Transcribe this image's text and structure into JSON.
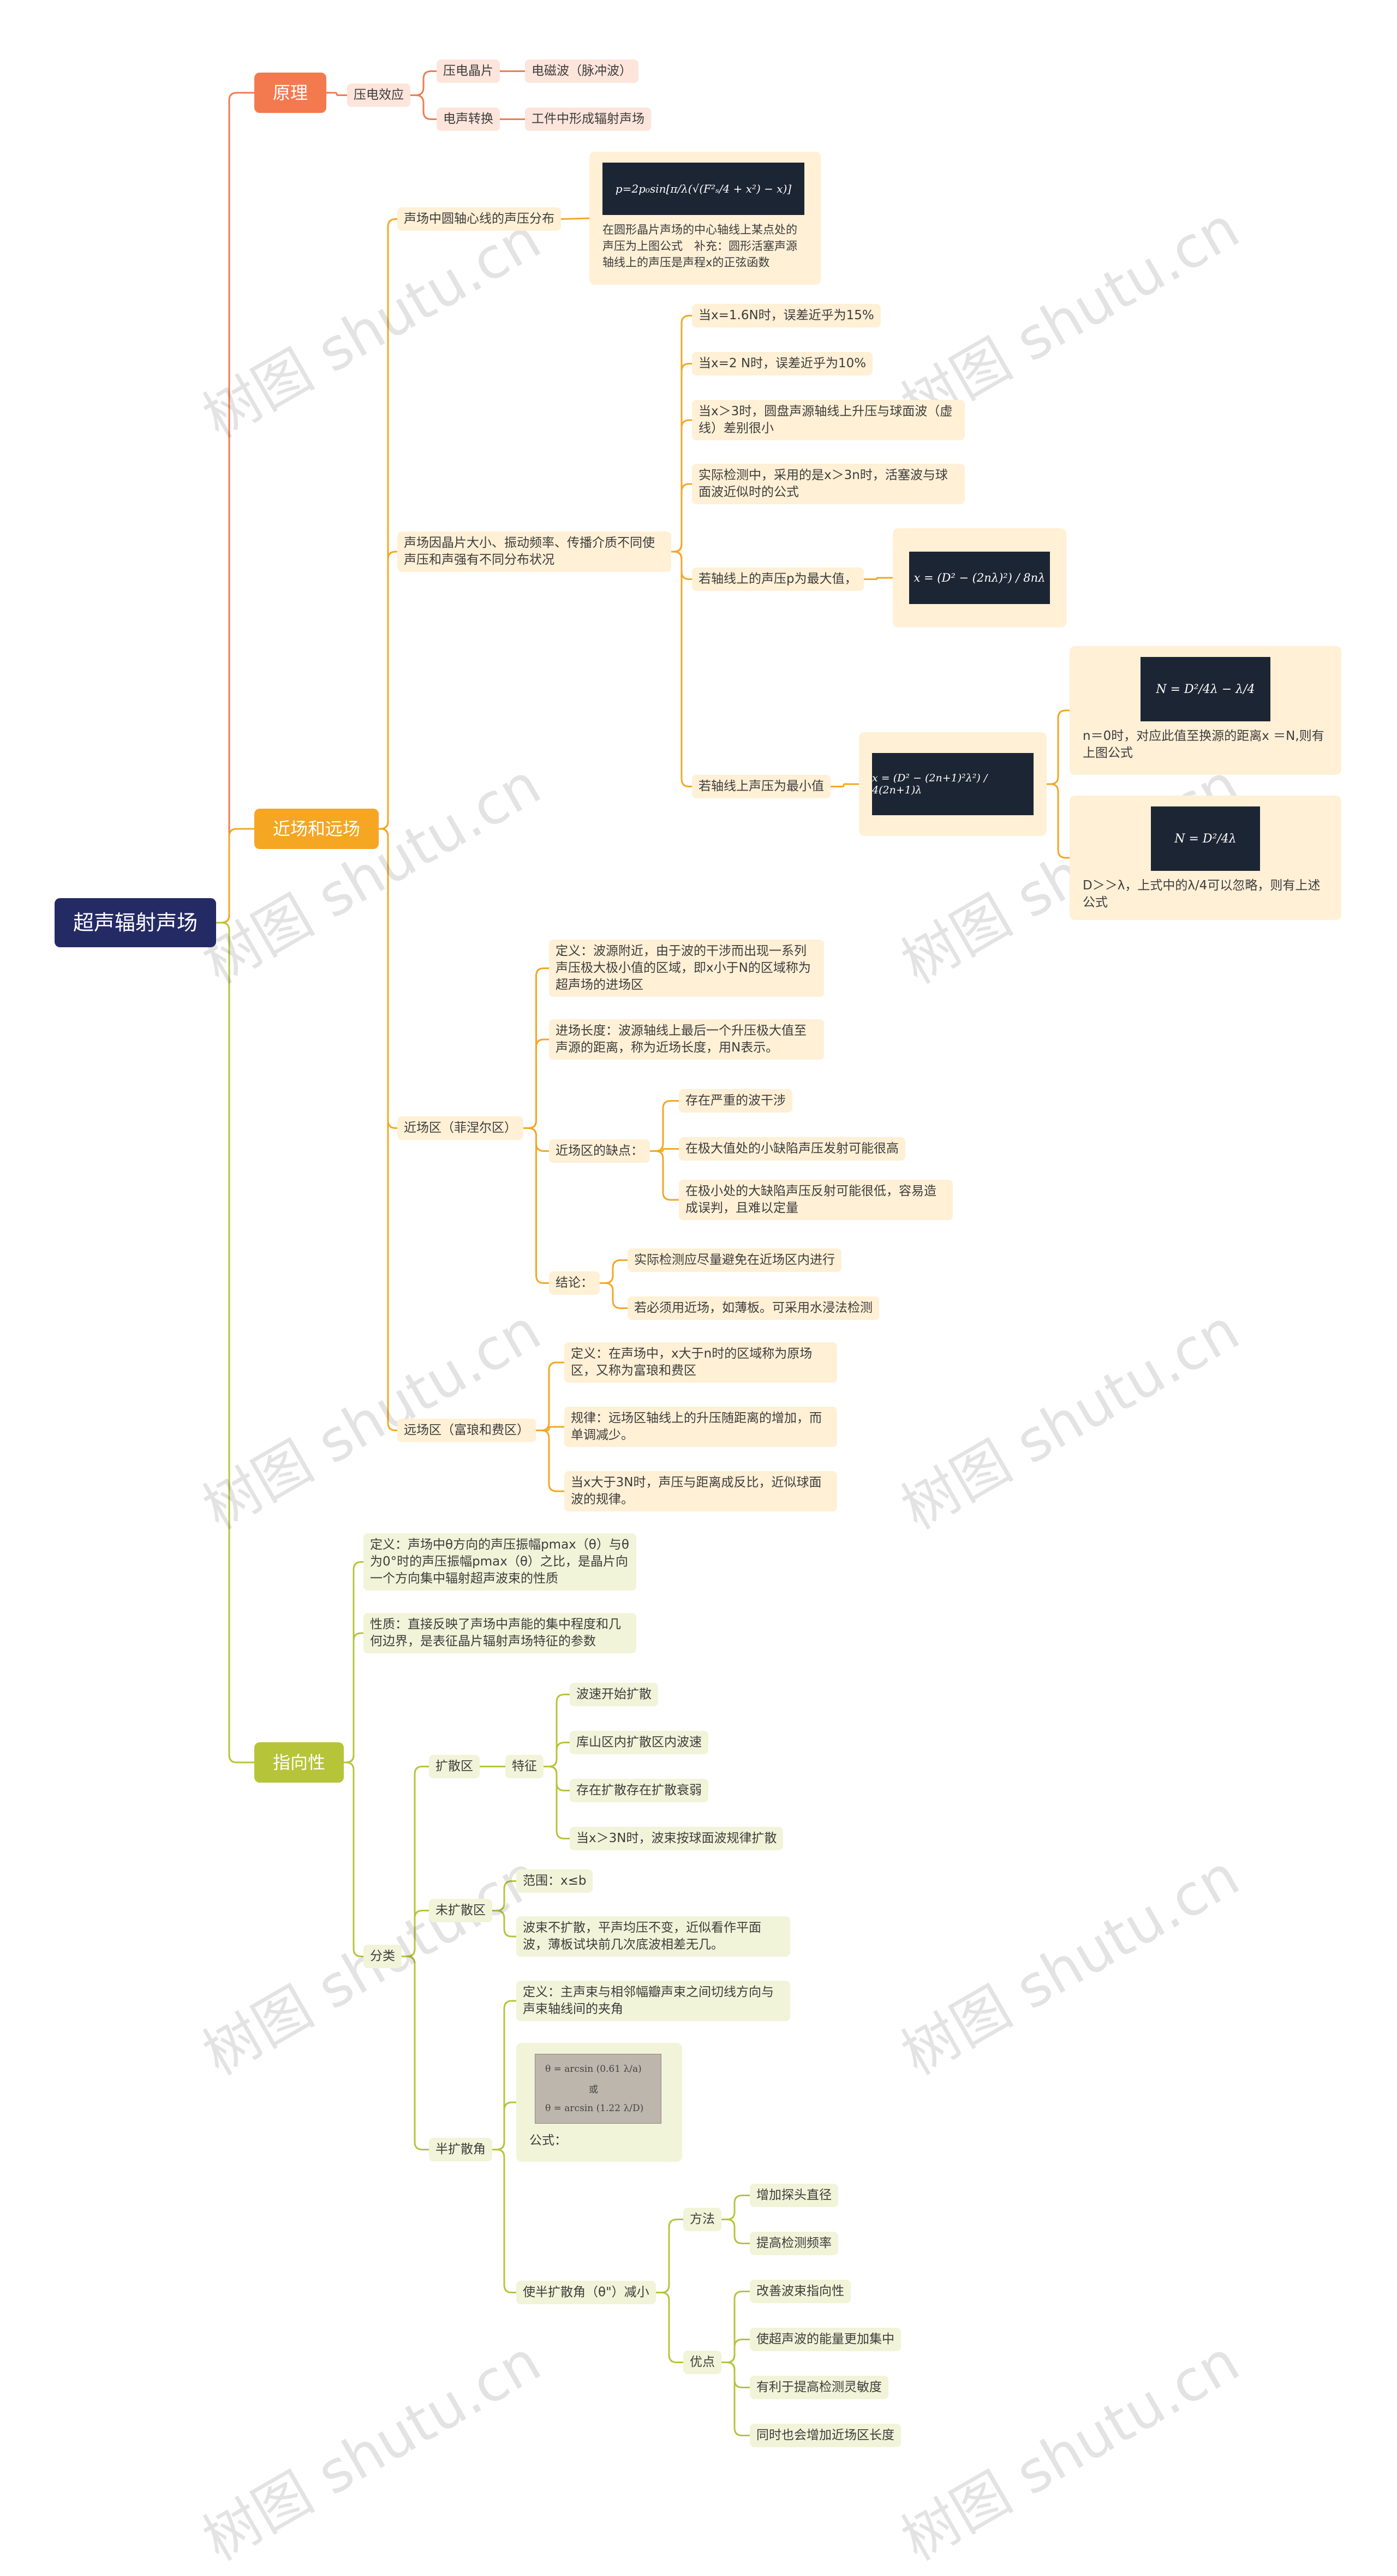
{
  "root": "超声辐射声场",
  "watermark": "树图 shutu.cn",
  "colors": {
    "orange": "#f27a4e",
    "yellow": "#f5a623",
    "green": "#b6c43a",
    "root": "#242a63"
  },
  "principle": {
    "label": "原理",
    "piezo_effect": "压电效应",
    "piezo_chip": "压电晶片",
    "em_wave": "电磁波（脉冲波）",
    "conversion": "电声转换",
    "radiation": "工件中形成辐射声场"
  },
  "near_far": {
    "label": "近场和远场",
    "axis_pressure": "声场中圆轴心线的声压分布",
    "axis_formula": "p=2p₀sin[π/λ(√(F²ₛ/4 + x²) − x)]",
    "axis_formula_note": "在圆形晶片声场的中心轴线上某点处的声压为上图公式　补充：圆形活塞声源轴线上的声压是声程x的正弦函数",
    "distribution": "声场因晶片大小、振动频率、传播介质不同使声压和声强有不同分布状况",
    "d1": "当x=1.6N时，误差近乎为15%",
    "d2": "当x=2 N时，误差近乎为10%",
    "d3": "当x＞3时，圆盘声源轴线上升压与球面波（虚线）差别很小",
    "d4": "实际检测中，采用的是x＞3n时，活塞波与球面波近似时的公式",
    "max_label": "若轴线上的声压p为最大值，",
    "max_formula": "x = (D² − (2nλ)²) / 8nλ",
    "min_label": "若轴线上声压为最小值",
    "min_formula": "x = (D² − (2n+1)²λ²) / 4(2n+1)λ",
    "n_formula1": "N = D²/4λ − λ/4",
    "n_note1": "n＝0时，对应此值至换源的距离x ＝N,则有上图公式",
    "n_formula2": "N = D²/4λ",
    "n_note2": "D＞＞λ，上式中的λ/4可以忽略，则有上述公式",
    "near_zone": "近场区（菲涅尔区）",
    "nz_def": "定义：波源附近，由于波的干涉而出现一系列声压极大极小值的区域，即x小于N的区域称为超声场的进场区",
    "nz_len": "进场长度：波源轴线上最后一个升压极大值至声源的距离，称为近场长度，用N表示。",
    "nz_defects": "近场区的缺点：",
    "nz_def1": "存在严重的波干涉",
    "nz_def2": "在极大值处的小缺陷声压发射可能很高",
    "nz_def3": "在极小处的大缺陷声压反射可能很低，容易造成误判，且难以定量",
    "nz_concl": "结论：",
    "nz_c1": "实际检测应尽量避免在近场区内进行",
    "nz_c2": "若必须用近场，如薄板。可采用水浸法检测",
    "far_zone": "远场区（富琅和费区）",
    "fz_def": "定义：在声场中，x大于n时的区域称为原场区，又称为富琅和费区",
    "fz_rule": "规律：远场区轴线上的升压随距离的增加，而单调减少。",
    "fz_3n": "当x大于3N时，声压与距离成反比，近似球面波的规律。"
  },
  "directivity": {
    "label": "指向性",
    "def": "定义：声场中θ方向的声压振幅pmax（θ）与θ为0°时的声压振幅pmax（θ）之比，是晶片向一个方向集中辐射超声波束的性质",
    "nature": "性质：直接反映了声场中声能的集中程度和几何边界，是表征晶片辐射声场特征的参数",
    "classify": "分类",
    "spread": "扩散区",
    "feature": "特征",
    "f1": "波速开始扩散",
    "f2": "库山区内扩散区内波速",
    "f3": "存在扩散存在扩散衰弱",
    "f4": "当x＞3N时，波束按球面波规律扩散",
    "unspread": "未扩散区",
    "range": "范围：x≤b",
    "unspread_desc": "波束不扩散，平声均压不变，近似看作平面波，薄板试块前几次底波相差无几。",
    "half_angle": "半扩散角",
    "ha_def": "定义：主声束与相邻幅瓣声束之间切线方向与声束轴线间的夹角",
    "formula_label": "公式：",
    "photo_line1": "θ = arcsin (0.61 λ/a)",
    "photo_line2": "或",
    "photo_line3": "θ = arcsin (1.22 λ/D)",
    "reduce": "使半扩散角（θ\"）减小",
    "method": "方法",
    "m1": "增加探头直径",
    "m2": "提高检测频率",
    "advantage": "优点",
    "a1": "改善波束指向性",
    "a2": "使超声波的能量更加集中",
    "a3": "有利于提高检测灵敏度",
    "a4": "同时也会增加近场区长度"
  }
}
